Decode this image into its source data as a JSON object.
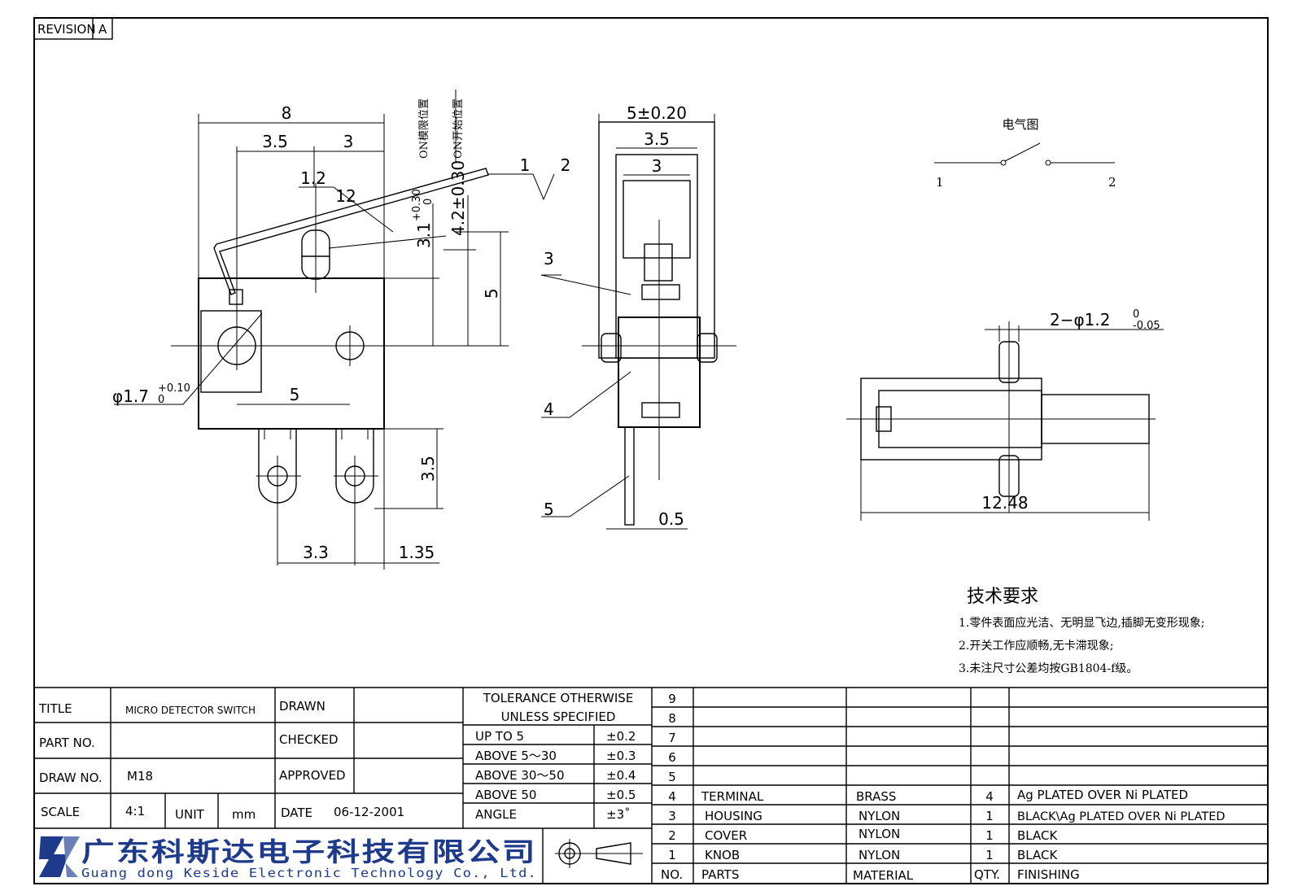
{
  "revision": {
    "label": "REVISION",
    "value": "A"
  },
  "side_view": {
    "dims": {
      "total_width": "8",
      "left_seg": "3.5",
      "right_seg": "3",
      "button": "1.2",
      "angle": "12",
      "tol_3_1": "3.1",
      "tol_3_1_sup": "+0.30",
      "tol_3_1_sub": "0",
      "tol_4_2": "4.2±0.30",
      "height_5": "5",
      "hole_spacing": "5",
      "hole_dia": "φ1.7",
      "hole_dia_sup": "+0.10",
      "hole_dia_sub": "0",
      "terminal_h": "3.5",
      "terminal_pitch": "3.3",
      "terminal_offset": "1.35"
    },
    "lever_labels": {
      "on_free": "ON模限位置",
      "on_start": "ON开始位置"
    },
    "terminal_labels": [
      "1",
      "2"
    ]
  },
  "front_view": {
    "dims": {
      "width_total": "5±0.20",
      "width_mid": "3.5",
      "width_inner": "3",
      "lead": "0.5"
    },
    "callouts": [
      "3",
      "4",
      "5"
    ]
  },
  "schematic": {
    "title": "电气图",
    "pin_left": "1",
    "pin_right": "2"
  },
  "top_view": {
    "dims": {
      "pin_dia": "2−φ1.2",
      "pin_sup": "0",
      "pin_sub": "-0.05",
      "length": "12.48"
    }
  },
  "requirements": {
    "title": "技术要求",
    "items": [
      "1.零件表面应光洁、无明显飞边,插脚无变形现象;",
      "2.开关工作应顺畅,无卡滞现象;",
      "3.未注尺寸公差均按GB1804-f级。"
    ]
  },
  "title_block": {
    "title_label": "TITLE",
    "title_value": "MICRO DETECTOR SWITCH",
    "part_no_label": "PART NO.",
    "part_no_value": "",
    "draw_no_label": "DRAW NO.",
    "draw_no_value": "M18",
    "scale_label": "SCALE",
    "scale_value": "4:1",
    "unit_label": "UNIT",
    "unit_value": "mm",
    "drawn_label": "DRAWN",
    "checked_label": "CHECKED",
    "approved_label": "APPROVED",
    "date_label": "DATE",
    "date_value": "06-12-2001"
  },
  "tolerance": {
    "header_1": "TOLERANCE OTHERWISE",
    "header_2": "UNLESS SPECIFIED",
    "rows": [
      {
        "range": "UP TO 5",
        "tol": "±0.2"
      },
      {
        "range": "ABOVE 5～30",
        "tol": "±0.3"
      },
      {
        "range": "ABOVE 30～50",
        "tol": "±0.4"
      },
      {
        "range": "ABOVE 50",
        "tol": "±0.5"
      },
      {
        "range": "ANGLE",
        "tol": "±3˚"
      }
    ]
  },
  "bom": {
    "headers": {
      "no": "NO.",
      "parts": "PARTS",
      "material": "MATERIAL",
      "qty": "QTY.",
      "finishing": "FINISHING"
    },
    "empty_rows": [
      "9",
      "8",
      "7",
      "6",
      "5"
    ],
    "rows": [
      {
        "no": "4",
        "part": "TERMINAL",
        "material": "BRASS",
        "qty": "4",
        "finishing": "Ag PLATED OVER Ni PLATED"
      },
      {
        "no": "3",
        "part": "HOUSING",
        "material": "NYLON",
        "qty": "1",
        "finishing": "BLACK\\Ag PLATED OVER Ni PLATED"
      },
      {
        "no": "2",
        "part": "COVER",
        "material": "NYLON",
        "qty": "1",
        "finishing": "BLACK"
      },
      {
        "no": "1",
        "part": "KNOB",
        "material": "NYLON",
        "qty": "1",
        "finishing": "BLACK"
      }
    ]
  },
  "company": {
    "name_cn": "广东科斯达电子科技有限公司",
    "name_en": "Guang dong Keside  Electronic Technology Co., Ltd.",
    "brand_color": "#1e3a8a"
  }
}
